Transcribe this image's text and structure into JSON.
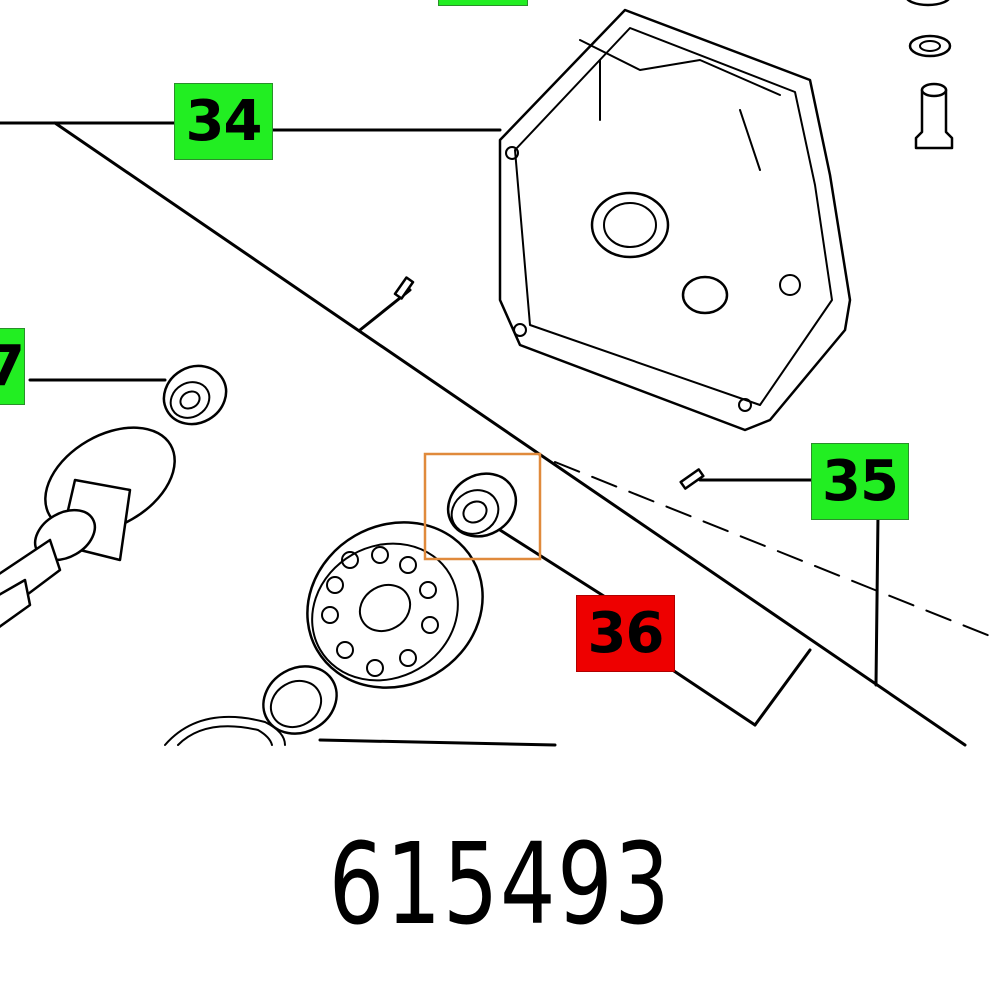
{
  "colors": {
    "callout_default": "#22ee22",
    "callout_selected": "#ee0000",
    "highlight_box": "#e08a3c",
    "line": "#000000",
    "background": "#ffffff"
  },
  "callouts": [
    {
      "id": "c34",
      "label": "34",
      "state": "default"
    },
    {
      "id": "c35",
      "label": "35",
      "state": "default"
    },
    {
      "id": "c36",
      "label": "36",
      "state": "selected"
    },
    {
      "id": "c7",
      "label": "7",
      "state": "default"
    },
    {
      "id": "ctop",
      "label": "",
      "state": "default"
    }
  ],
  "part_number": "615493"
}
